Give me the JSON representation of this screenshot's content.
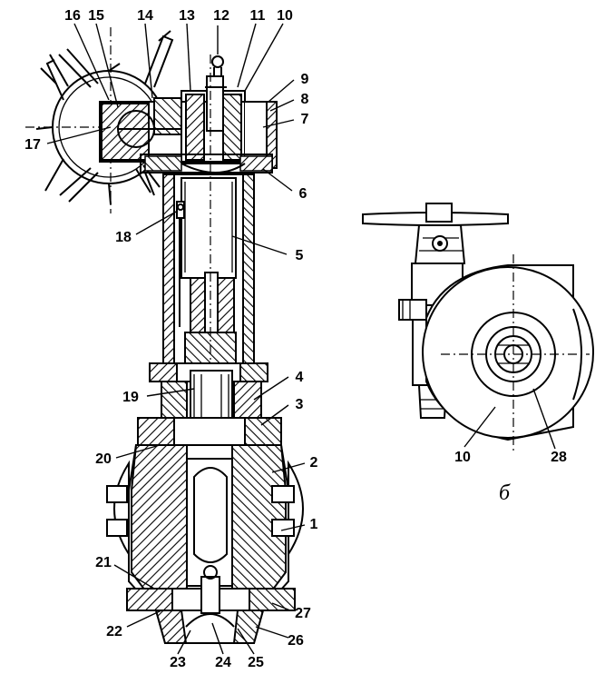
{
  "callouts": [
    "1",
    "2",
    "3",
    "4",
    "5",
    "6",
    "7",
    "8",
    "9",
    "10",
    "11",
    "12",
    "13",
    "14",
    "15",
    "16",
    "17",
    "18",
    "19",
    "20",
    "21",
    "22",
    "23",
    "24",
    "25",
    "26",
    "27",
    "28"
  ],
  "side_view": {
    "caption": "б",
    "callouts": [
      "10",
      "28"
    ]
  }
}
